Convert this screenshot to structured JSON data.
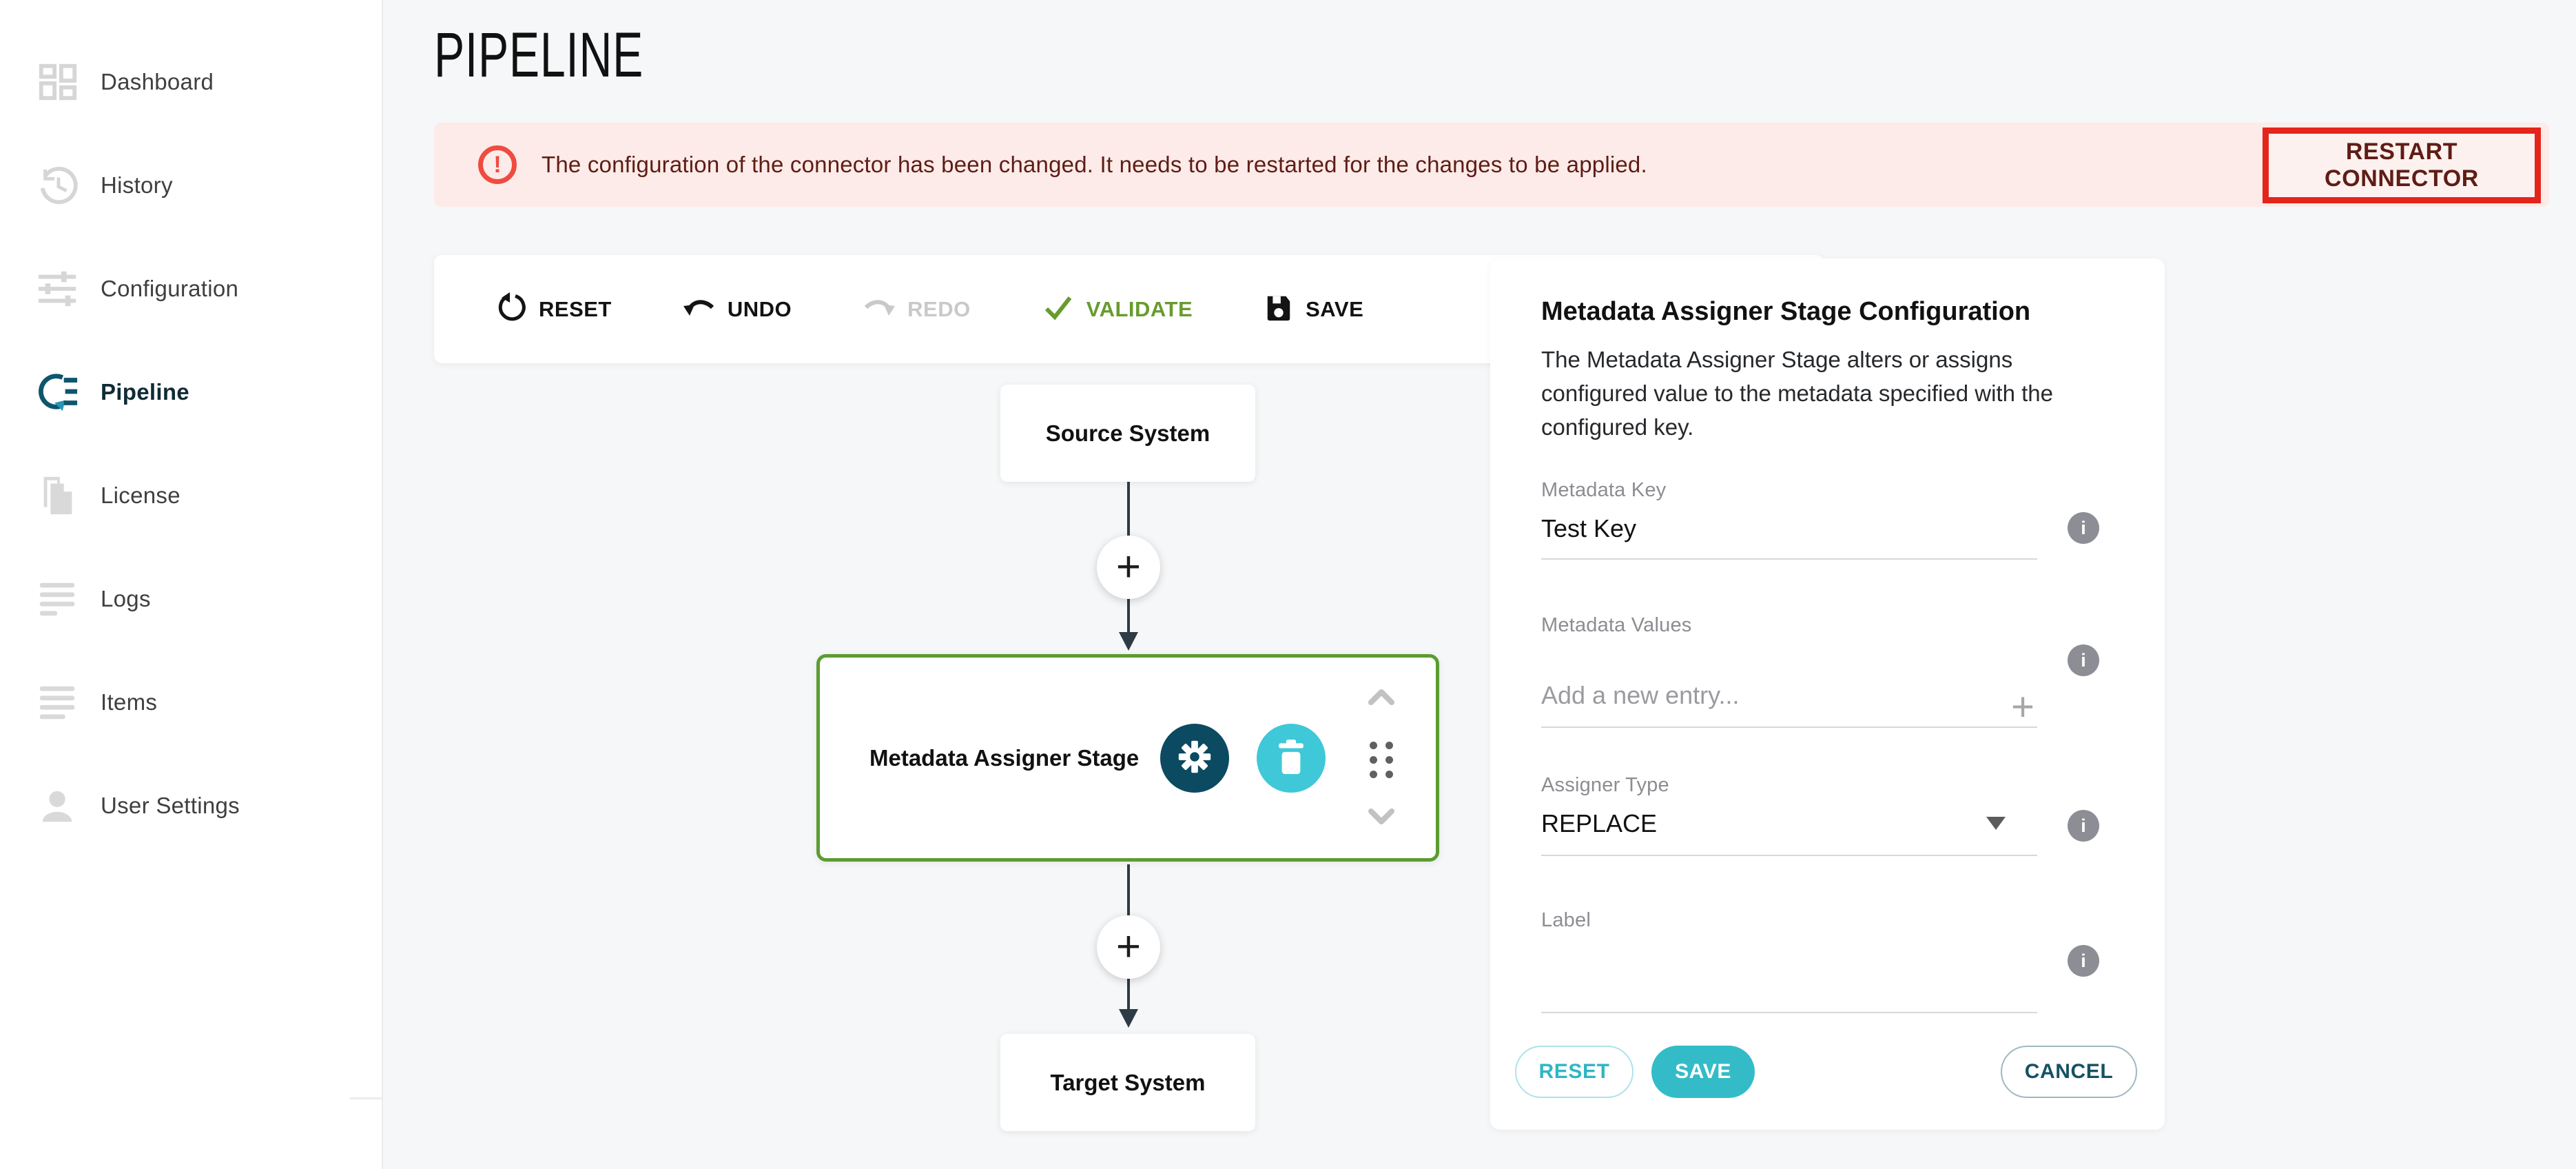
{
  "glyphs": {
    "plus": "+",
    "info": "i",
    "warning": "!"
  },
  "colors": {
    "accent_cyan": "#33bcc8",
    "dark_teal": "#0b4a61",
    "trash_cyan": "#3fc8d7",
    "stage_border_green": "#5b9c31",
    "validate_green": "#689b2e",
    "highlight_red": "#e4251c",
    "warning_icon_red": "#ef4b41",
    "banner_bg": "#fcebe8",
    "banner_text": "#5e1d15",
    "sidebar_active": "#102b36"
  },
  "sidebar": {
    "items": [
      {
        "label": "Dashboard"
      },
      {
        "label": "History"
      },
      {
        "label": "Configuration"
      },
      {
        "label": "Pipeline"
      },
      {
        "label": "License"
      },
      {
        "label": "Logs"
      },
      {
        "label": "Items"
      },
      {
        "label": "User Settings"
      }
    ]
  },
  "header": {
    "title": "PIPELINE"
  },
  "banner": {
    "message": "The configuration of the connector has been changed. It needs to be restarted for the changes to be applied.",
    "action_label": "RESTART CONNECTOR"
  },
  "toolbar": {
    "reset": "RESET",
    "undo": "UNDO",
    "redo": "REDO",
    "validate": "VALIDATE",
    "save": "SAVE"
  },
  "diagram": {
    "source": "Source System",
    "stage": "Metadata Assigner Stage",
    "target": "Target System"
  },
  "panel": {
    "title": "Metadata Assigner Stage Configuration",
    "description": "The Metadata Assigner Stage alters or assigns configured value to the metadata specified with the configured key.",
    "metadata_key": {
      "label": "Metadata Key",
      "value": "Test Key"
    },
    "metadata_values": {
      "label": "Metadata Values",
      "placeholder": "Add a new entry..."
    },
    "assigner_type": {
      "label": "Assigner Type",
      "value": "REPLACE"
    },
    "label_field": {
      "label": "Label",
      "value": ""
    },
    "buttons": {
      "reset": "RESET",
      "save": "SAVE",
      "cancel": "CANCEL"
    }
  }
}
